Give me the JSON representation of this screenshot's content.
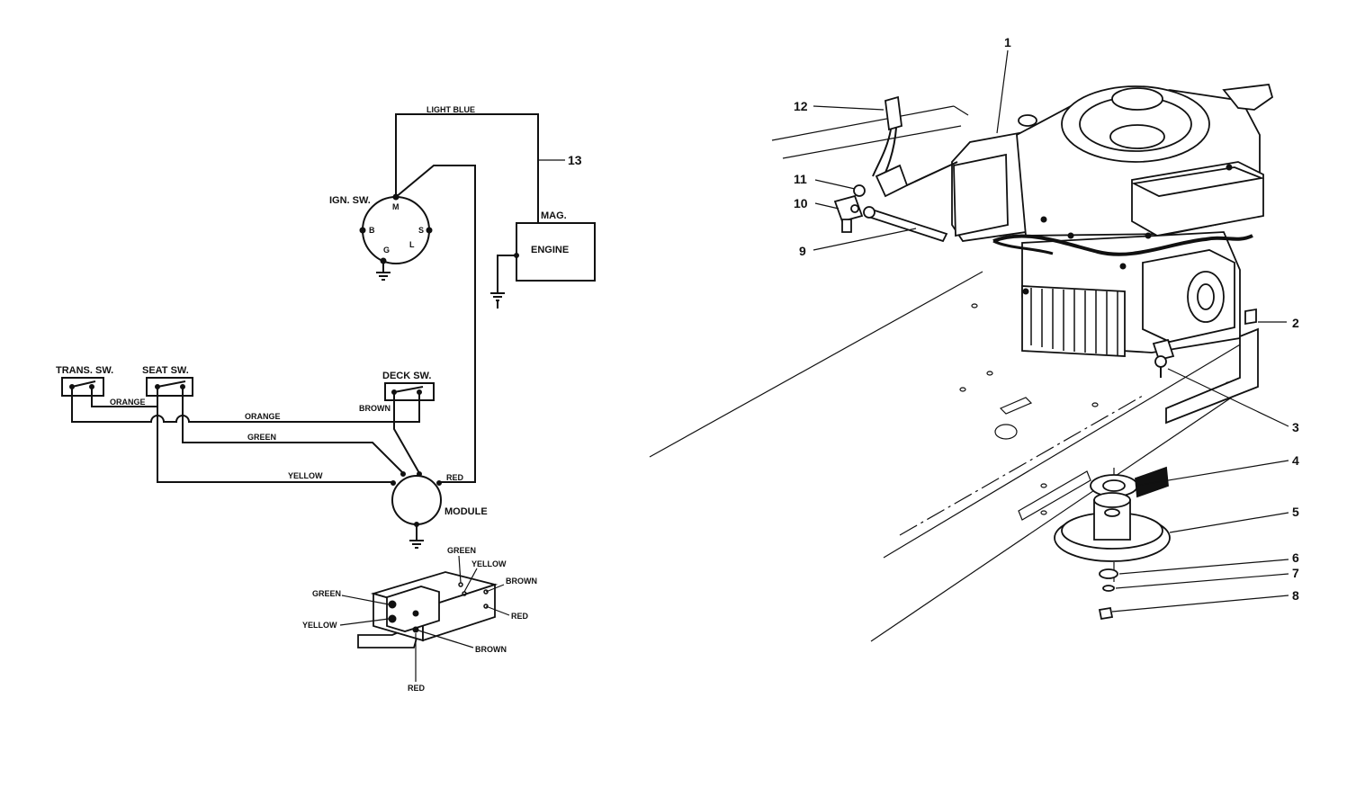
{
  "wiring": {
    "ignition_switch": {
      "label": "IGN. SW.",
      "terminals": {
        "m": "M",
        "b": "B",
        "s": "S",
        "g": "G",
        "l": "L"
      }
    },
    "engine": {
      "label": "ENGINE",
      "mag_label": "MAG."
    },
    "trans_switch": {
      "label": "TRANS. SW."
    },
    "seat_switch": {
      "label": "SEAT SW."
    },
    "deck_switch": {
      "label": "DECK SW."
    },
    "module": {
      "label": "MODULE"
    },
    "wires": {
      "light_blue": "LIGHT BLUE",
      "orange_a": "ORANGE",
      "orange_b": "ORANGE",
      "green": "GREEN",
      "yellow": "YELLOW",
      "red": "RED",
      "brown": "BROWN"
    },
    "callout_13": "13"
  },
  "module_detail": {
    "labels": {
      "green_top": "GREEN",
      "yellow_top": "YELLOW",
      "brown_right": "BROWN",
      "red_right": "RED",
      "green_left": "GREEN",
      "yellow_left": "YELLOW",
      "brown_bottom": "BROWN",
      "red_bottom": "RED"
    }
  },
  "callouts": [
    "1",
    "2",
    "3",
    "4",
    "5",
    "6",
    "7",
    "8",
    "9",
    "10",
    "11",
    "12"
  ]
}
